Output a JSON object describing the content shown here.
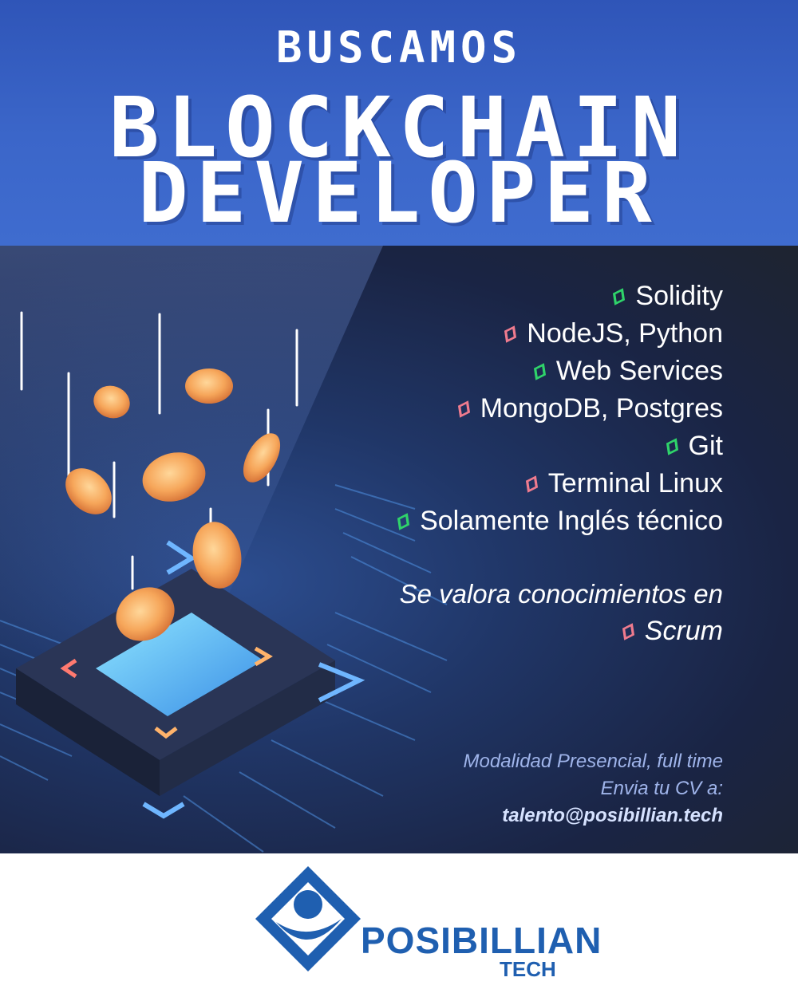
{
  "header": {
    "kicker": "BUSCAMOS",
    "headline_line1": "BLOCKCHAIN",
    "headline_line2": "DEVELOPER"
  },
  "skills": [
    {
      "label": "Solidity",
      "bullet_color": "#2fd46a"
    },
    {
      "label": "NodeJS, Python",
      "bullet_color": "#ef7b8e"
    },
    {
      "label": "Web Services",
      "bullet_color": "#2fd46a"
    },
    {
      "label": "MongoDB, Postgres",
      "bullet_color": "#ef7b8e"
    },
    {
      "label": "Git",
      "bullet_color": "#2fd46a"
    },
    {
      "label": "Terminal Linux",
      "bullet_color": "#ef7b8e"
    },
    {
      "label": "Solamente Inglés técnico",
      "bullet_color": "#2fd46a"
    }
  ],
  "valora": {
    "heading": "Se valora conocimientos en",
    "item": "Scrum",
    "item_bullet_color": "#ef7b8e"
  },
  "contact": {
    "line1": "Modalidad Presencial, full time",
    "line2": "Envia tu CV a:",
    "email": "talento@posibillian.tech"
  },
  "brand": {
    "name": "POSIBILLIAN",
    "sub": "TECH",
    "color": "#1f5fb0"
  }
}
